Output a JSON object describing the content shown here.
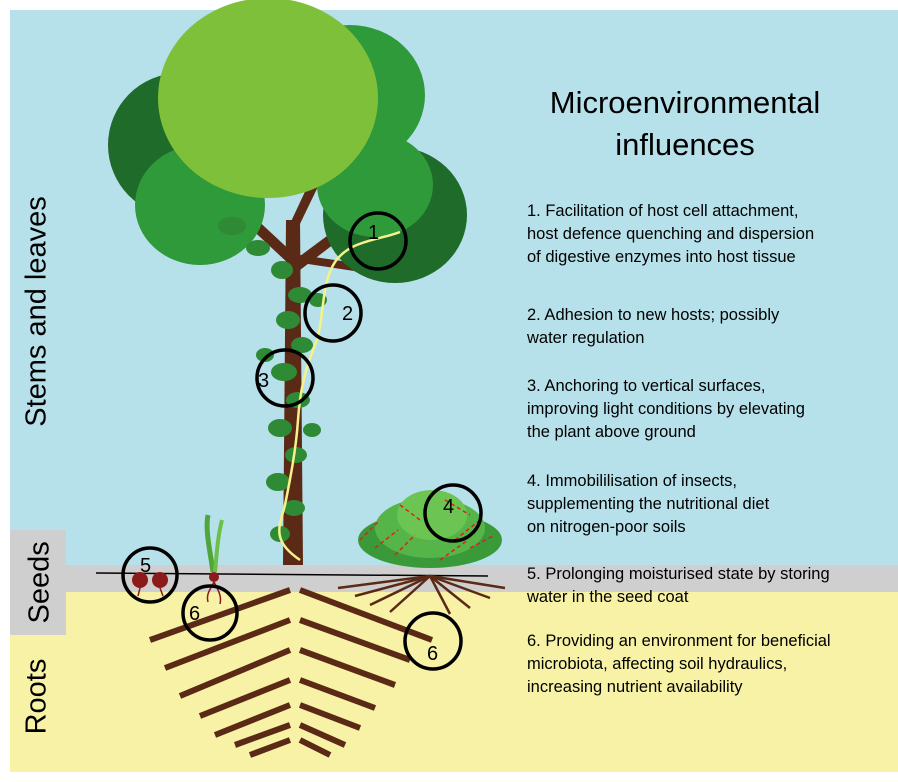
{
  "title": {
    "line1": "Microenvironmental",
    "line2": "influences"
  },
  "side_labels": {
    "stems": "Stems and leaves",
    "seeds": "Seeds",
    "roots": "Roots"
  },
  "influences": [
    {
      "lines": [
        "1. Facilitation of host cell attachment,",
        "host defence quenching and dispersion",
        "of digestive enzymes into host tissue"
      ]
    },
    {
      "lines": [
        "2.  Adhesion to new hosts; possibly",
        "water regulation"
      ]
    },
    {
      "lines": [
        "3. Anchoring to vertical surfaces,",
        "improving light conditions by elevating",
        "the plant above ground"
      ]
    },
    {
      "lines": [
        "4. Immobililisation of insects,",
        "supplementing the nutritional diet",
        "on nitrogen-poor soils"
      ]
    },
    {
      "lines": [
        "5. Prolonging moisturised state by storing",
        "water in the seed coat"
      ]
    },
    {
      "lines": [
        "6. Providing an environment for beneficial",
        "microbiota, affecting soil hydraulics,",
        "increasing nutrient availability"
      ]
    }
  ],
  "markers": {
    "m1": "1",
    "m2": "2",
    "m3": "3",
    "m4": "4",
    "m5": "5",
    "m6a": "6",
    "m6b": "6"
  },
  "colors": {
    "sky": "#b7e1ea",
    "seed_band": "#cfcfcf",
    "soil": "#f7f2a6",
    "trunk": "#5a2a16",
    "root": "#5a2a16",
    "mucilage": "#f5f28a",
    "foliage_dark": "#1f6b2a",
    "foliage_mid": "#2f9a3a",
    "foliage_light": "#7fc03a"
  }
}
